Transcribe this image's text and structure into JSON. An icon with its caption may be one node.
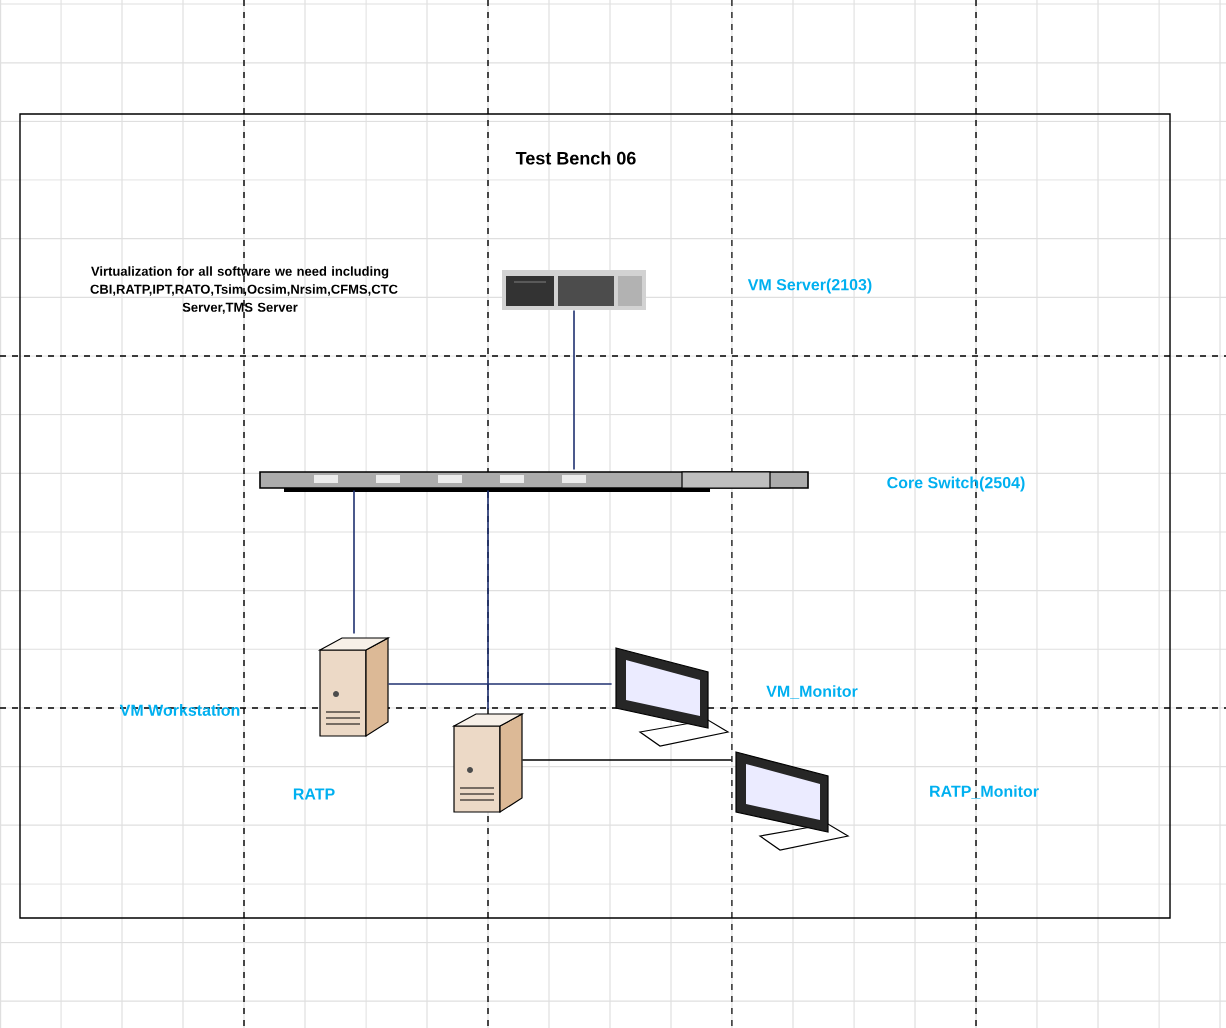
{
  "diagram": {
    "nodes": [
      {
        "text": [
          "Test Bench 06"
        ]
      },
      {
        "text": [],
        "shape": "server",
        "in": 0
      },
      {
        "text": [],
        "shape": "switch",
        "in": 0
      },
      {
        "text": [],
        "shape": "computer",
        "in": 0
      },
      {
        "text": [],
        "shape": "computer",
        "in": 0
      },
      {
        "text": [],
        "shape": "monitor",
        "in": 0
      },
      {
        "text": [],
        "shape": "monitor",
        "in": 0
      }
    ],
    "edges": [
      {
        "from": 1,
        "to": 2,
        "arrow": "none"
      },
      {
        "from": 2,
        "to": 3,
        "arrow": "none"
      },
      {
        "from": 2,
        "to": 4,
        "arrow": "none"
      },
      {
        "from": 3,
        "to": 5,
        "arrow": "none"
      },
      {
        "from": 4,
        "to": 6,
        "arrow": "none",
        "color": "#000000"
      }
    ],
    "labels": [
      "Virtualization for all software we need including CBI,RATP,IPT,RATO,Tsim,Ocsim,Nrsim,CFMS,CTC Server,TMS Server",
      "VM Server(2103)",
      "Core Switch(2504)",
      "VM_Monitor",
      "VM Workstation",
      "RATP",
      "RATP_Monitor"
    ]
  }
}
